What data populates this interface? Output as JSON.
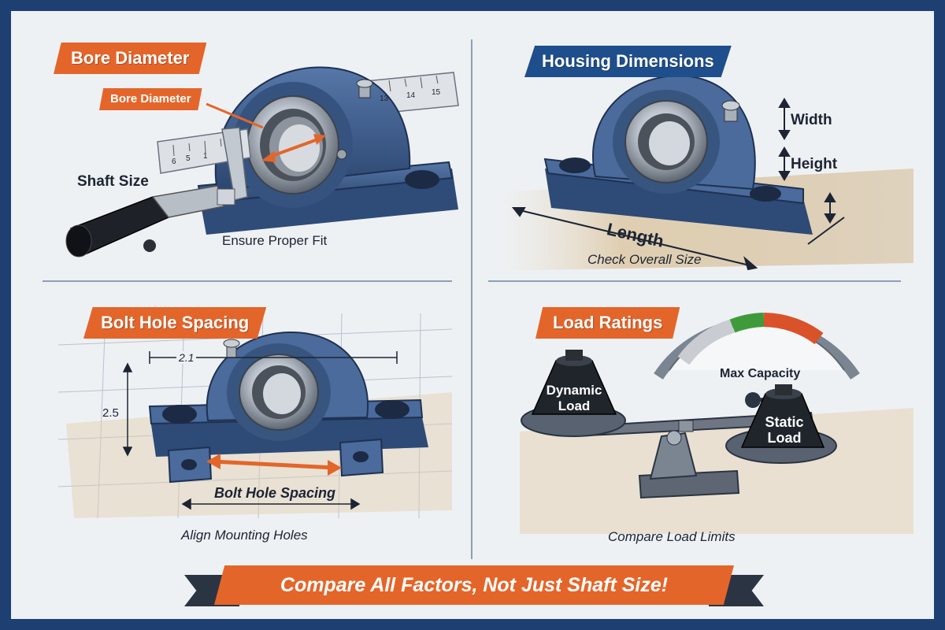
{
  "panels": [
    {
      "id": "bore",
      "title": "Bore Diameter",
      "callout": "Bore Diameter",
      "side_label": "Shaft Size",
      "caption": "Ensure Proper Fit",
      "ruler_ticks": [
        "6",
        "5",
        "1"
      ],
      "top_ruler_ticks": [
        "13",
        "14",
        "15"
      ]
    },
    {
      "id": "housing",
      "title": "Housing Dimensions",
      "width_label": "Width",
      "height_label": "Height",
      "length_label": "Length",
      "caption": "Check Overall Size"
    },
    {
      "id": "bolt",
      "title": "Bolt Hole Spacing",
      "dim_top": "2.1",
      "dim_side": "2.5",
      "spacing_label": "Bolt Hole Spacing",
      "caption": "Align Mounting Holes"
    },
    {
      "id": "load",
      "title": "Load Ratings",
      "gauge_label": "Max Capacity",
      "left_weight": [
        "Dynamic",
        "Load"
      ],
      "right_weight": [
        "Static",
        "Load"
      ],
      "caption": "Compare Load Limits"
    }
  ],
  "banner": "Compare All Factors, Not Just Shaft Size!",
  "colors": {
    "frame": "#1d3f72",
    "accent_orange": "#e4652a",
    "accent_blue": "#1f4e8c",
    "housing_blue": "#3f5f8f",
    "background": "#eef1f4"
  }
}
